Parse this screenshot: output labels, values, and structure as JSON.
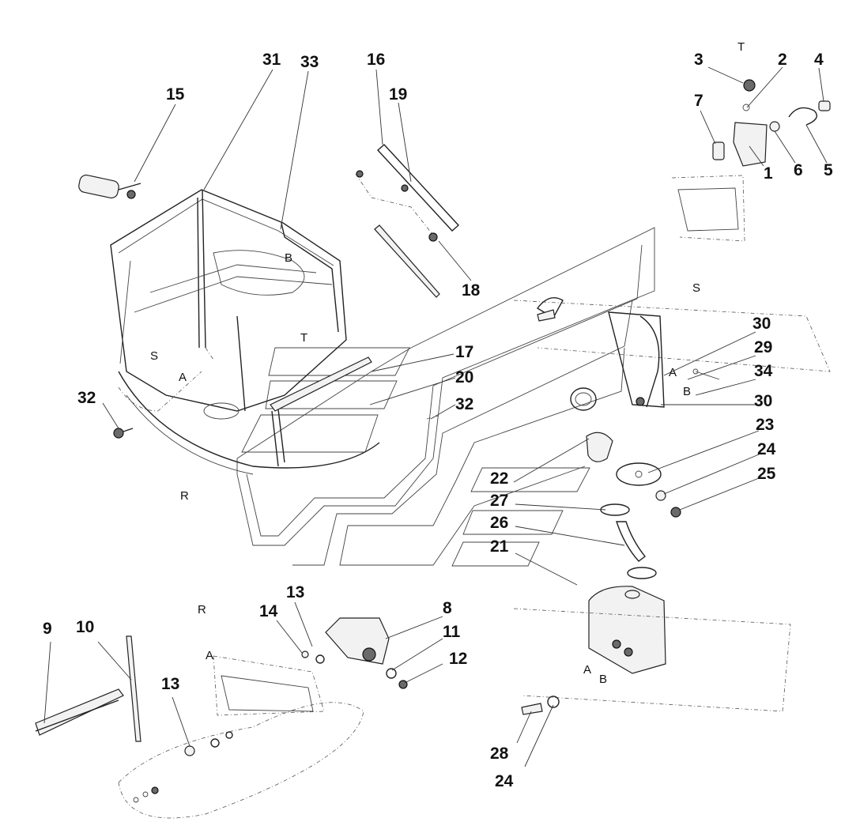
{
  "diagram": {
    "callouts": [
      {
        "id": "c31",
        "text": "31"
      },
      {
        "id": "c33",
        "text": "33"
      },
      {
        "id": "c16",
        "text": "16"
      },
      {
        "id": "c19",
        "text": "19"
      },
      {
        "id": "c15",
        "text": "15"
      },
      {
        "id": "c18",
        "text": "18"
      },
      {
        "id": "c3",
        "text": "3"
      },
      {
        "id": "c2",
        "text": "2"
      },
      {
        "id": "c4",
        "text": "4"
      },
      {
        "id": "c7",
        "text": "7"
      },
      {
        "id": "c1",
        "text": "1"
      },
      {
        "id": "c6",
        "text": "6"
      },
      {
        "id": "c5",
        "text": "5"
      },
      {
        "id": "c30a",
        "text": "30"
      },
      {
        "id": "c29",
        "text": "29"
      },
      {
        "id": "c34",
        "text": "34"
      },
      {
        "id": "c30b",
        "text": "30"
      },
      {
        "id": "c23",
        "text": "23"
      },
      {
        "id": "c24a",
        "text": "24"
      },
      {
        "id": "c25",
        "text": "25"
      },
      {
        "id": "c17",
        "text": "17"
      },
      {
        "id": "c20",
        "text": "20"
      },
      {
        "id": "c32a",
        "text": "32"
      },
      {
        "id": "c32b",
        "text": "32"
      },
      {
        "id": "c22",
        "text": "22"
      },
      {
        "id": "c27",
        "text": "27"
      },
      {
        "id": "c26",
        "text": "26"
      },
      {
        "id": "c21",
        "text": "21"
      },
      {
        "id": "c13a",
        "text": "13"
      },
      {
        "id": "c14",
        "text": "14"
      },
      {
        "id": "c8",
        "text": "8"
      },
      {
        "id": "c11",
        "text": "11"
      },
      {
        "id": "c12",
        "text": "12"
      },
      {
        "id": "c9",
        "text": "9"
      },
      {
        "id": "c10",
        "text": "10"
      },
      {
        "id": "c13b",
        "text": "13"
      },
      {
        "id": "c28",
        "text": "28"
      },
      {
        "id": "c24b",
        "text": "24"
      }
    ],
    "zones": [
      {
        "id": "zT1",
        "text": "T"
      },
      {
        "id": "zS1",
        "text": "S"
      },
      {
        "id": "zB1",
        "text": "B"
      },
      {
        "id": "zT2",
        "text": "T"
      },
      {
        "id": "zS2",
        "text": "S"
      },
      {
        "id": "zA1",
        "text": "A"
      },
      {
        "id": "zR1",
        "text": "R"
      },
      {
        "id": "zA2",
        "text": "A"
      },
      {
        "id": "zB2",
        "text": "B"
      },
      {
        "id": "zR2",
        "text": "R"
      },
      {
        "id": "zA3",
        "text": "A"
      },
      {
        "id": "zA4",
        "text": "A"
      },
      {
        "id": "zB3",
        "text": "B"
      }
    ]
  }
}
